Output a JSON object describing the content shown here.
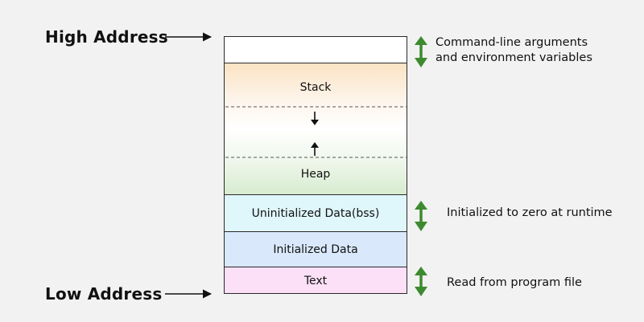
{
  "addresses": {
    "high": "High Address",
    "low": "Low Address"
  },
  "segments": {
    "stack": "Stack",
    "heap": "Heap",
    "bss": "Uninitialized Data(bss)",
    "data": "Initialized Data",
    "text": "Text"
  },
  "annotations": {
    "args_line1": "Command-line arguments",
    "args_line2": "and environment variables",
    "bss": "Initialized to zero at runtime",
    "text": "Read from program file"
  },
  "colors": {
    "arrow_green": "#3d8a2f",
    "stack": "#fbe3c4",
    "heap": "#d7ecd0",
    "bss": "#dff6fb",
    "data": "#d9e8fb",
    "text": "#fbe0f7"
  }
}
